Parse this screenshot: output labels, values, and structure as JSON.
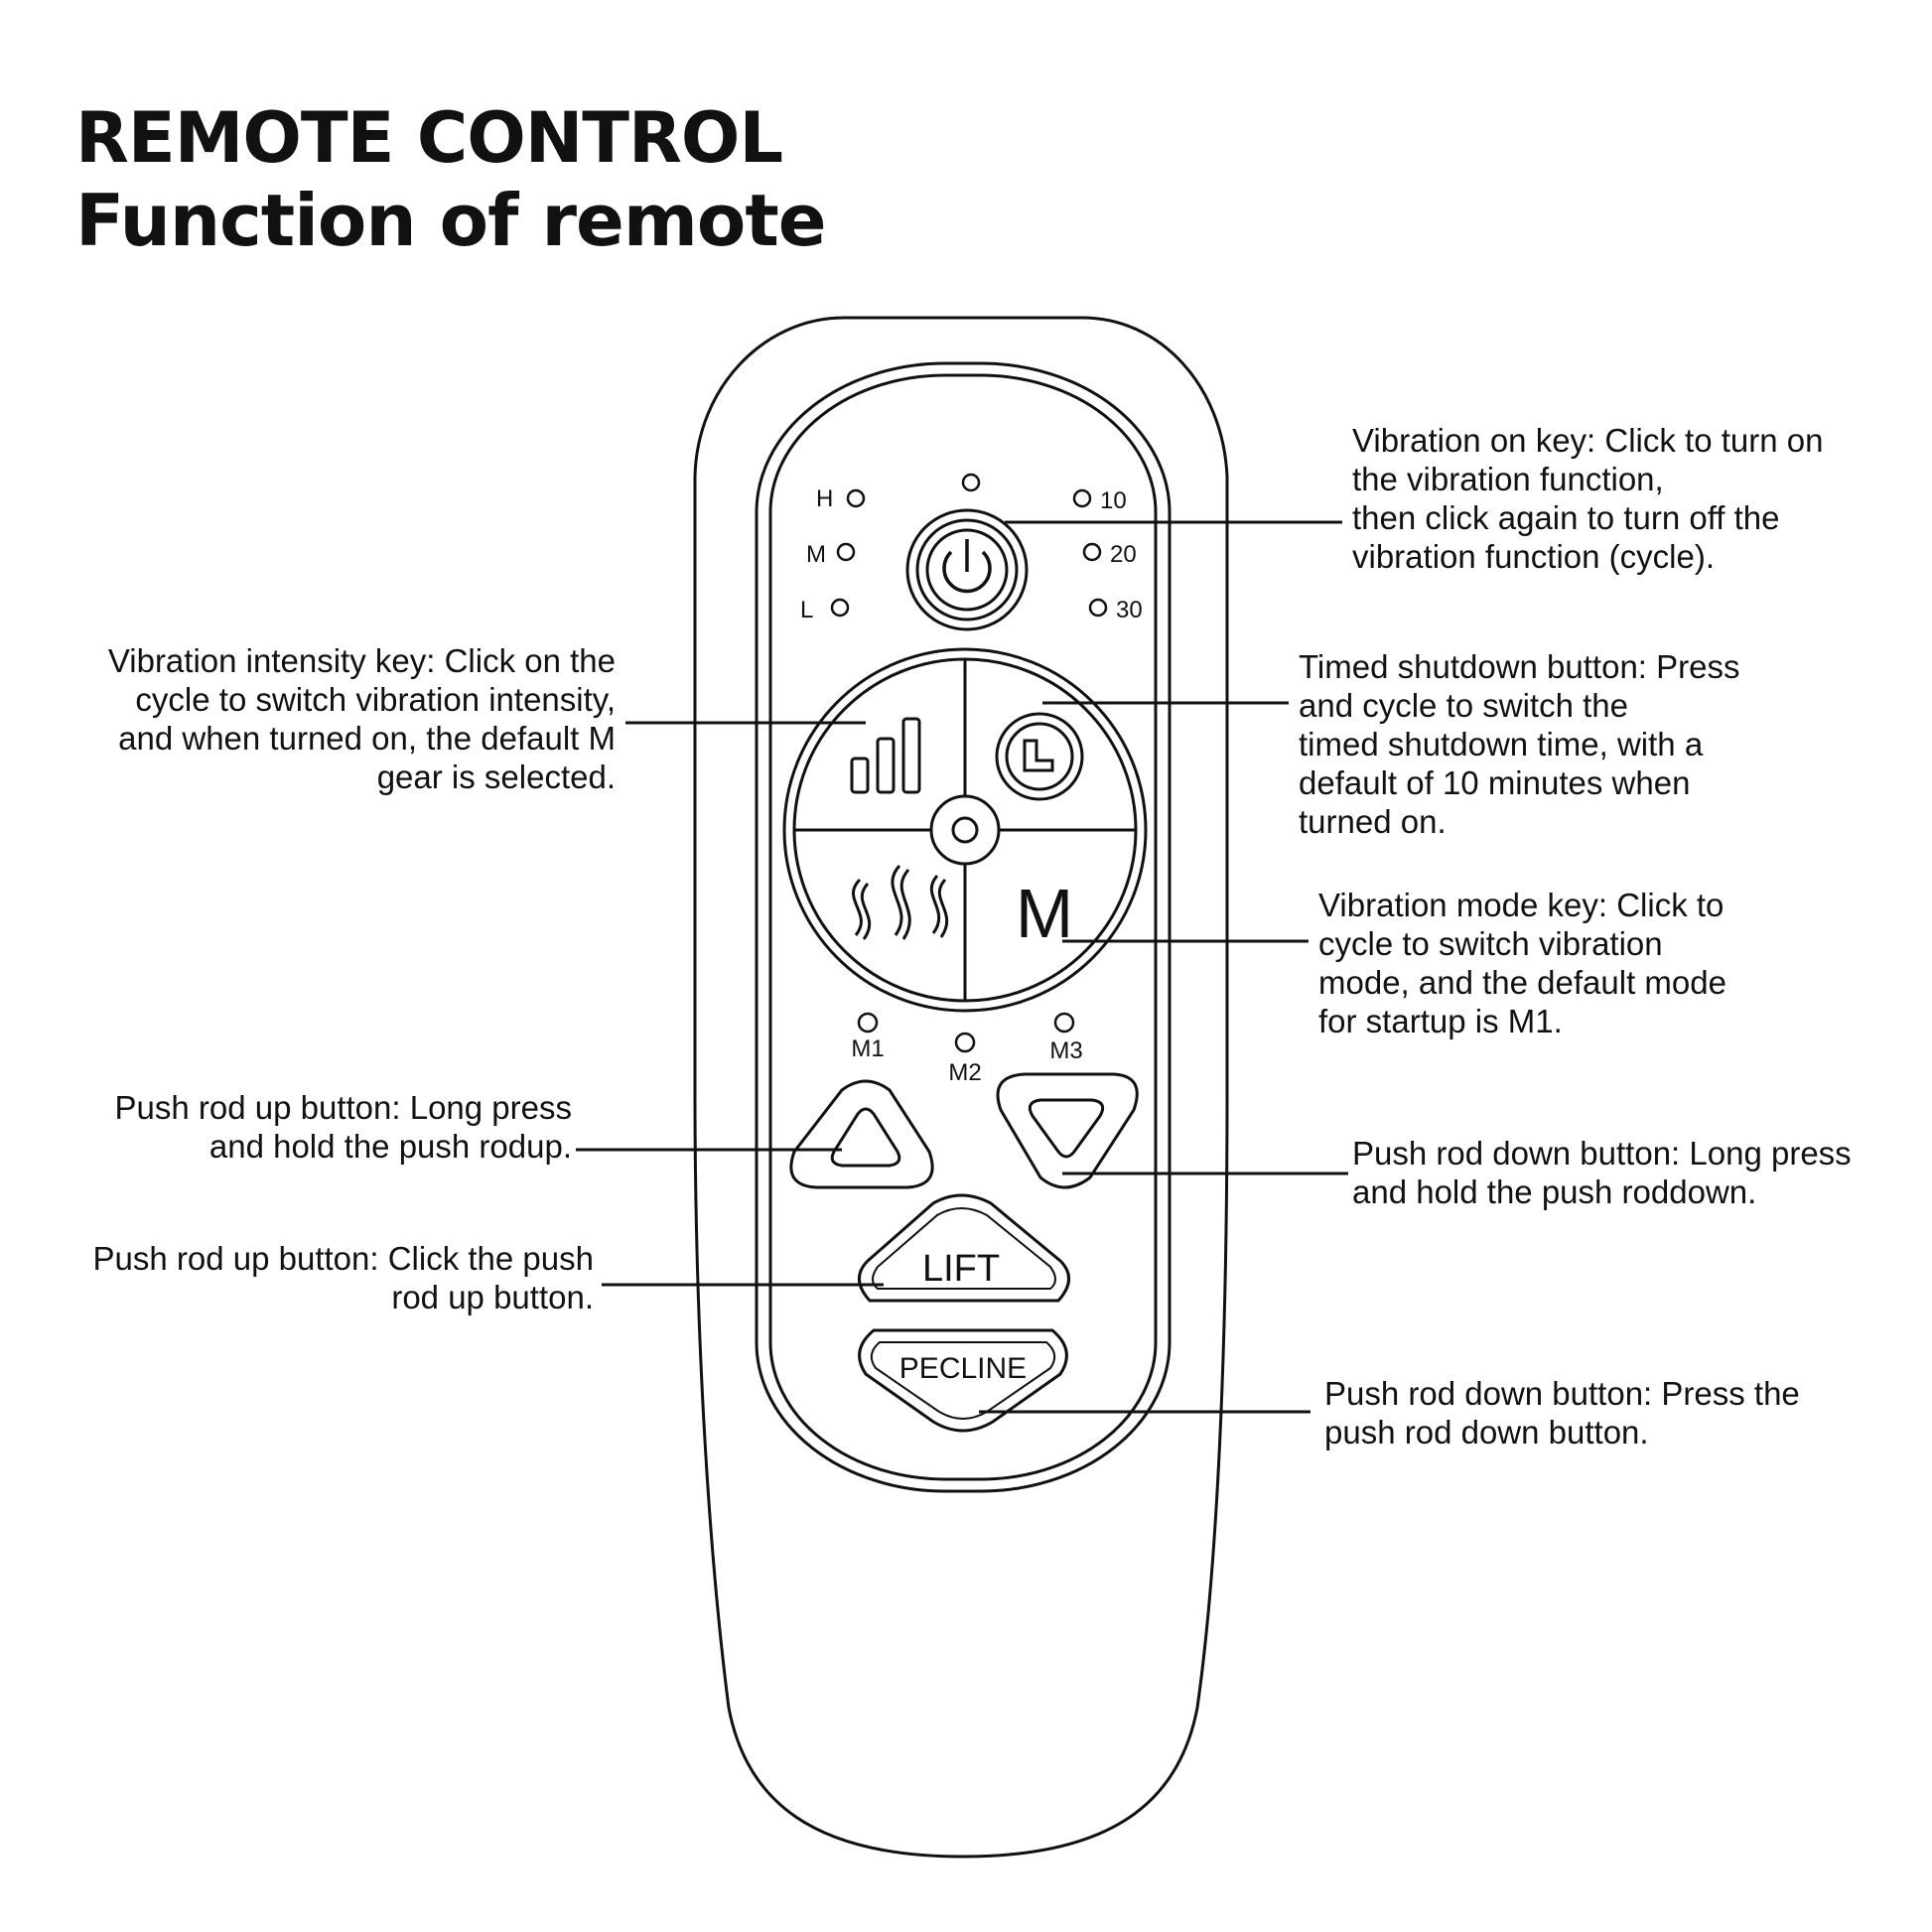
{
  "title": {
    "line1": "REMOTE CONTROL",
    "line2": "Function of remote"
  },
  "remote": {
    "intensity_labels": [
      "H",
      "M",
      "L"
    ],
    "timer_labels": [
      "10",
      "20",
      "30"
    ],
    "mode_labels": [
      "M1",
      "M2",
      "M3"
    ],
    "mode_key_glyph": "M",
    "lift_label": "LIFT",
    "recline_label": "PECLINE"
  },
  "callouts": {
    "vibration_on": [
      "Vibration on key: Click to turn on",
      "the vibration function,",
      "then click again to turn off the",
      "vibration function (cycle)."
    ],
    "intensity": [
      "Vibration intensity key: Click on the",
      "cycle to switch vibration intensity,",
      "and when turned on, the default M",
      "gear is selected."
    ],
    "timed_shutdown": [
      "Timed shutdown button: Press",
      "and cycle to switch the",
      "timed shutdown time, with a",
      "default of 10 minutes when",
      "turned on."
    ],
    "mode": [
      "Vibration mode key: Click to",
      "cycle to switch vibration",
      "mode, and the default mode",
      "for startup is M1."
    ],
    "push_up_long": [
      "Push rod up button: Long press",
      "and hold the push rodup."
    ],
    "push_down_long": [
      "Push rod down button: Long press",
      "and hold the push roddown."
    ],
    "push_up_click": [
      "Push rod up button: Click the push",
      "rod up button."
    ],
    "push_down_press": [
      "Push rod down button: Press the",
      "push rod down button."
    ]
  }
}
